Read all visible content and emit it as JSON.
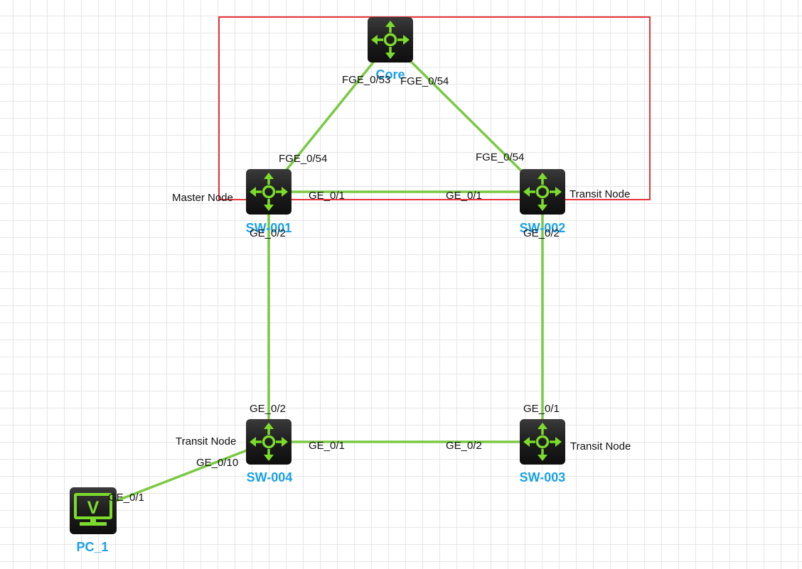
{
  "colors": {
    "link": "#7ac943",
    "accent": "#7cdc2c",
    "device_label": "#1aa1e6",
    "selection": "#e8353a",
    "device_body": "#1b1b1b"
  },
  "devices": [
    {
      "id": "core",
      "name": "Core",
      "type": "switch",
      "icon": "switch-arrows-icon"
    },
    {
      "id": "sw001",
      "name": "SW-001",
      "type": "switch",
      "icon": "switch-arrows-icon",
      "role": "Master Node"
    },
    {
      "id": "sw002",
      "name": "SW-002",
      "type": "switch",
      "icon": "switch-arrows-icon",
      "role": "Transit Node"
    },
    {
      "id": "sw003",
      "name": "SW-003",
      "type": "switch",
      "icon": "switch-arrows-icon",
      "role": "Transit Node"
    },
    {
      "id": "sw004",
      "name": "SW-004",
      "type": "switch",
      "icon": "switch-arrows-icon",
      "role": "Transit Node"
    },
    {
      "id": "pc1",
      "name": "PC_1",
      "type": "pc",
      "icon": "pc-monitor-icon",
      "glyph": "V"
    }
  ],
  "links": [
    {
      "id": "core-sw001",
      "a": "core",
      "b": "sw001",
      "port_a": "FGE_0/53",
      "port_b": "FGE_0/54"
    },
    {
      "id": "core-sw002",
      "a": "core",
      "b": "sw002",
      "port_a": "FGE_0/54",
      "port_b": "FGE_0/54"
    },
    {
      "id": "sw001-sw002",
      "a": "sw001",
      "b": "sw002",
      "port_a": "GE_0/1",
      "port_b": "GE_0/1"
    },
    {
      "id": "sw001-sw004",
      "a": "sw001",
      "b": "sw004",
      "port_a": "GE_0/2",
      "port_b": "GE_0/2"
    },
    {
      "id": "sw002-sw003",
      "a": "sw002",
      "b": "sw003",
      "port_a": "GE_0/2",
      "port_b": "GE_0/1"
    },
    {
      "id": "sw004-sw003",
      "a": "sw004",
      "b": "sw003",
      "port_a": "GE_0/1",
      "port_b": "GE_0/2"
    },
    {
      "id": "sw004-pc1",
      "a": "sw004",
      "b": "pc1",
      "port_a": "GE_0/10",
      "port_b": "GE_0/1"
    }
  ]
}
